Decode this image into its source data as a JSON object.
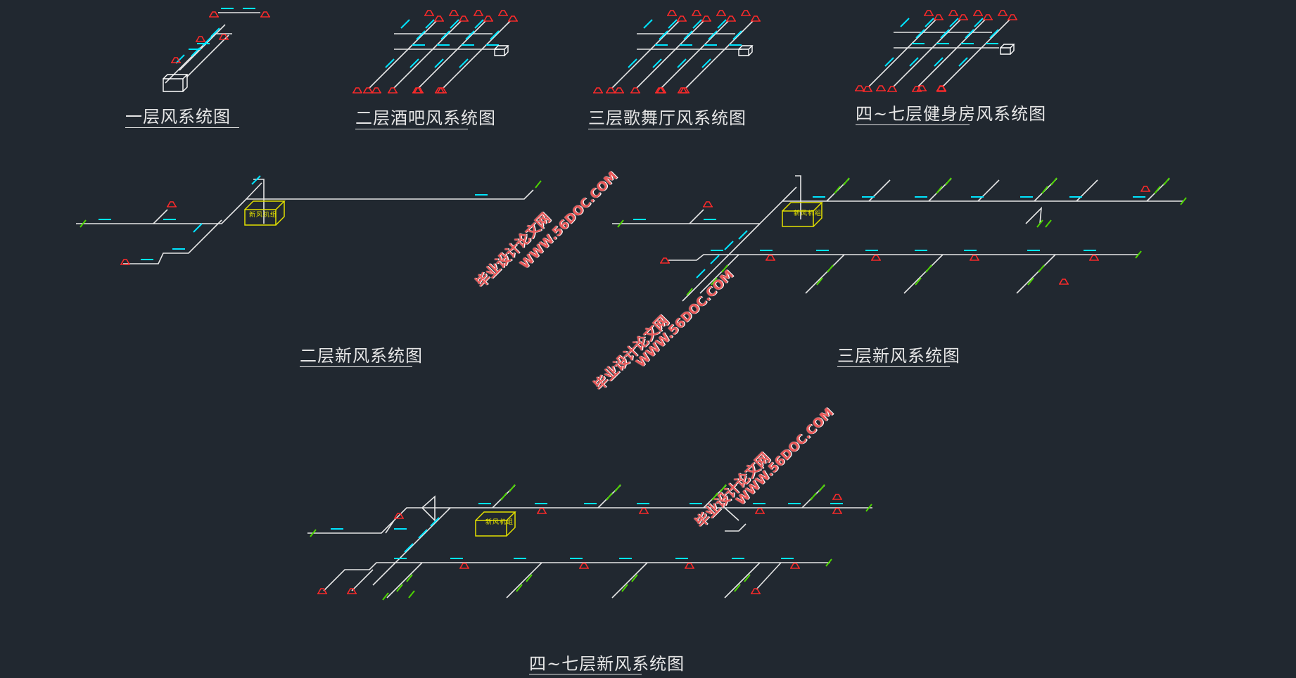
{
  "titles": {
    "floor1_air": "一层风系统图",
    "floor2_bar_air": "二层酒吧风系统图",
    "floor3_ktv_air": "三层歌舞厅风系统图",
    "floor4_7_gym_air": "四~七层健身房风系统图",
    "floor2_fresh_air": "二层新风系统图",
    "floor3_fresh_air": "三层新风系统图",
    "floor4_7_fresh_air": "四~七层新风系统图"
  },
  "equipment": {
    "fresh_air_unit": "新风机组"
  },
  "watermarks": {
    "cn": "毕业设计论文网",
    "url": "WWW.56DOC.COM"
  },
  "colors": {
    "background": "#212830",
    "duct": "#e6e6e6",
    "annotation": "#00e5ff",
    "diffuser": "#ff2a2a",
    "valve": "#4dd400",
    "equipment_box": "#e3e000"
  }
}
